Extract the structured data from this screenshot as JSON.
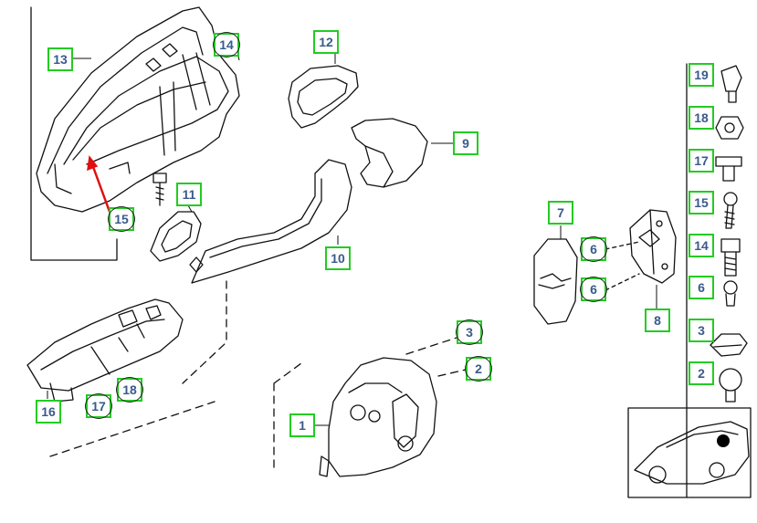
{
  "callouts": [
    {
      "id": "c13",
      "label": "13"
    },
    {
      "id": "c14",
      "label": "14"
    },
    {
      "id": "c15a",
      "label": "15"
    },
    {
      "id": "c12",
      "label": "12"
    },
    {
      "id": "c11",
      "label": "11"
    },
    {
      "id": "c9",
      "label": "9"
    },
    {
      "id": "c10",
      "label": "10"
    },
    {
      "id": "c16",
      "label": "16"
    },
    {
      "id": "c17a",
      "label": "17"
    },
    {
      "id": "c18a",
      "label": "18"
    },
    {
      "id": "c3a",
      "label": "3"
    },
    {
      "id": "c2a",
      "label": "2"
    },
    {
      "id": "c1",
      "label": "1"
    },
    {
      "id": "c7",
      "label": "7"
    },
    {
      "id": "c6a",
      "label": "6"
    },
    {
      "id": "c6b",
      "label": "6"
    },
    {
      "id": "c8",
      "label": "8"
    },
    {
      "id": "s19",
      "label": "19"
    },
    {
      "id": "s18",
      "label": "18"
    },
    {
      "id": "s17",
      "label": "17"
    },
    {
      "id": "s15",
      "label": "15"
    },
    {
      "id": "s14",
      "label": "14"
    },
    {
      "id": "s6",
      "label": "6"
    },
    {
      "id": "s3",
      "label": "3"
    },
    {
      "id": "s2",
      "label": "2"
    }
  ],
  "colors": {
    "callout_border": "#22cc22",
    "callout_text": "#3a5a8c",
    "arrow": "#e01010",
    "line": "#111111"
  }
}
